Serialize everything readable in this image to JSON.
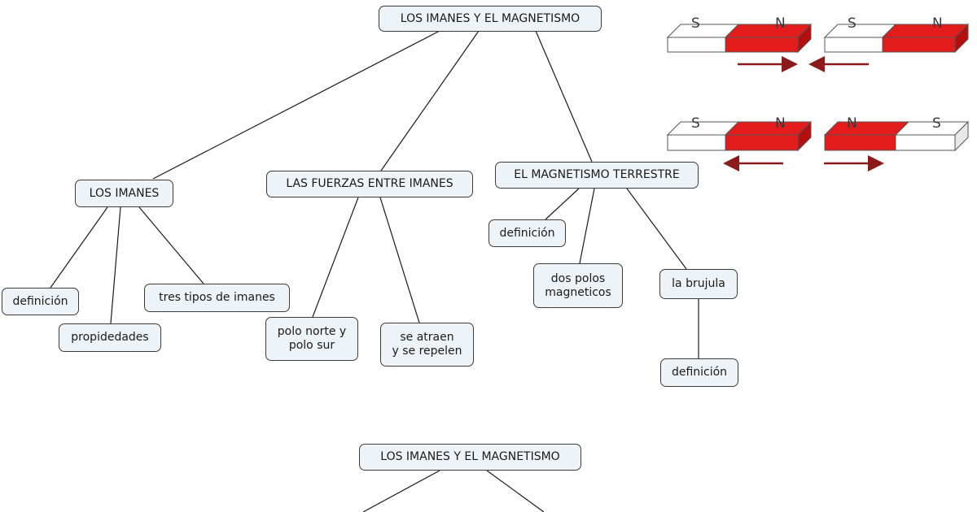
{
  "colors": {
    "node_fill": "#eef3f7",
    "node_border": "#3c3c3c",
    "connector": "#1a1a1a",
    "magnet_north": "#e31b1b",
    "magnet_north_dark": "#b40f0f",
    "magnet_south": "#ffffff",
    "arrow": "#8b1a1a"
  },
  "concept_map": {
    "root": "LOS IMANES Y EL MAGNETISMO",
    "branches": [
      {
        "label": "LOS IMANES",
        "children": [
          "definición",
          "propidedades",
          "tres tipos de imanes"
        ]
      },
      {
        "label": "LAS FUERZAS ENTRE IMANES",
        "children": [
          "polo norte y\npolo sur",
          "se atraen\ny se repelen"
        ]
      },
      {
        "label": "EL MAGNETISMO TERRESTRE",
        "children": [
          "definición",
          "dos polos\nmagneticos",
          "la brujula"
        ],
        "grandchild": "definición"
      }
    ],
    "repeated_root": "LOS IMANES Y EL MAGNETISMO"
  },
  "magnets_illustration": {
    "rows": [
      {
        "left_magnet": {
          "left": "S",
          "right": "N"
        },
        "right_magnet": {
          "left": "S",
          "right": "N"
        },
        "arrows": "attract"
      },
      {
        "left_magnet": {
          "left": "S",
          "right": "N"
        },
        "right_magnet": {
          "left": "N",
          "right": "S"
        },
        "arrows": "repel"
      }
    ]
  }
}
